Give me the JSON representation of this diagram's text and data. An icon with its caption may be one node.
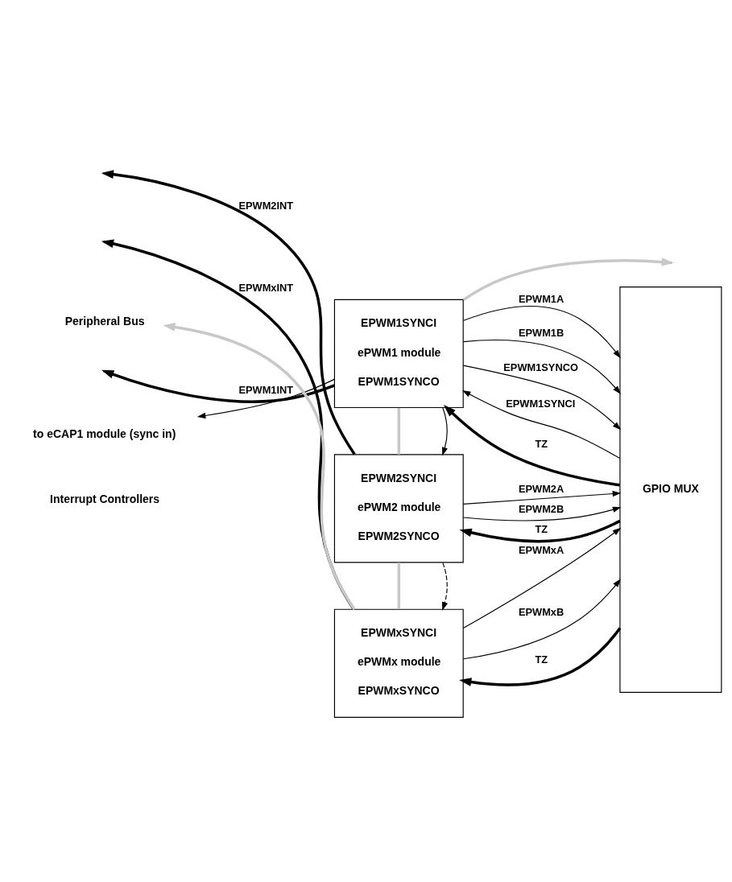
{
  "diagram": {
    "nodes": [
      {
        "text": [
          "EPWM1SYNCI",
          "ePWM1 module",
          "EPWM1SYNCO"
        ]
      },
      {
        "text": [
          "EPWM2SYNCI",
          "ePWM2 module",
          "EPWM2SYNCO"
        ]
      },
      {
        "text": [
          "EPWMxSYNCI",
          "ePWMx module",
          "EPWMxSYNCO"
        ]
      },
      {
        "text": [
          "GPIO MUX"
        ]
      },
      {
        "text": [
          "to eCAP1 module (sync in)"
        ]
      },
      {
        "text": [
          "Peripheral Bus"
        ]
      }
    ],
    "edges": [
      {
        "from": 3,
        "to": 0,
        "arrow": "to",
        "label": "EPWM1SYNCI"
      },
      {
        "from": 0,
        "to": null,
        "arrow": "to",
        "label": "EPWM1INT",
        "style": "thick"
      },
      {
        "from": 0,
        "to": 3,
        "arrow": "to",
        "label": "EPWM1A"
      },
      {
        "from": 0,
        "to": 3,
        "arrow": "to",
        "label": "EPWM1B"
      },
      {
        "from": 3,
        "to": 0,
        "arrow": "to",
        "label": "TZ",
        "style": "thick"
      },
      {
        "from": 0,
        "to": 3,
        "arrow": "to",
        "label": "EPWM1SYNCO"
      },
      {
        "from": 0,
        "to": 4,
        "arrow": "to"
      },
      {
        "from": 0,
        "to": 1,
        "arrow": "to"
      },
      {
        "from": 1,
        "to": null,
        "arrow": "to",
        "label": "EPWM2INT",
        "style": "thick"
      },
      {
        "from": 1,
        "to": 3,
        "arrow": "to",
        "label": "EPWM2A"
      },
      {
        "from": 1,
        "to": 3,
        "arrow": "to",
        "label": "EPWM2B"
      },
      {
        "from": 3,
        "to": 1,
        "arrow": "to",
        "label": "TZ",
        "style": "thick"
      },
      {
        "from": 1,
        "to": 2,
        "arrow": "to",
        "style": "dashed"
      },
      {
        "from": 2,
        "to": null,
        "arrow": "to",
        "label": "EPWMxINT",
        "style": "thick"
      },
      {
        "from": 2,
        "to": 3,
        "arrow": "to",
        "label": "EPWMxA"
      },
      {
        "from": 2,
        "to": 3,
        "arrow": "to",
        "label": "EPWMxB"
      },
      {
        "from": 3,
        "to": 2,
        "arrow": "to",
        "label": "TZ",
        "style": "thick"
      },
      {
        "from": 0,
        "to": null,
        "arrow": "to",
        "style": "thick",
        "color": "#c8c8c8"
      },
      {
        "from": 0,
        "to": 1,
        "arrow": "none",
        "style": "thick",
        "color": "#c8c8c8"
      },
      {
        "from": 1,
        "to": 2,
        "arrow": "none",
        "style": "thick",
        "color": "#c8c8c8"
      },
      {
        "from": 2,
        "to": 5,
        "arrow": "to",
        "style": "thick",
        "color": "#c8c8c8"
      }
    ],
    "labels": [
      "Interrupt Controllers"
    ]
  }
}
